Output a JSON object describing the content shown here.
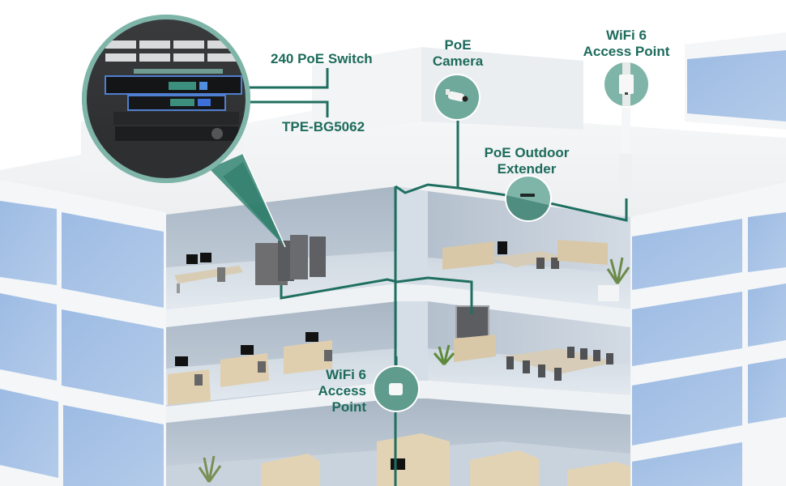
{
  "diagram": {
    "title": "Office building PoE network diagram",
    "accent_color": "#1d6b5c",
    "line_color": "#1f6f60",
    "bubble_color": "#7fb5a8",
    "window_color": "#a8c4e6",
    "labels": {
      "poe_switch": "240 PoE Switch",
      "model": "TPE-BG5062",
      "camera_line1": "PoE",
      "camera_line2": "Camera",
      "outdoor_ap_line1": "WiFi 6",
      "outdoor_ap_line2": "Access Point",
      "extender_line1": "PoE Outdoor",
      "extender_line2": "Extender",
      "indoor_ap_line1": "WiFi 6",
      "indoor_ap_line2": "Access",
      "indoor_ap_line3": "Point"
    },
    "devices": [
      {
        "name": "rack-switches",
        "icon": "network-rack-icon"
      },
      {
        "name": "poe-camera",
        "icon": "camera-icon"
      },
      {
        "name": "outdoor-access-point",
        "icon": "outdoor-ap-icon"
      },
      {
        "name": "poe-outdoor-extender",
        "icon": "extender-icon"
      },
      {
        "name": "indoor-access-point",
        "icon": "ceiling-ap-icon"
      }
    ],
    "floors": [
      {
        "name": "top-floor",
        "rooms": [
          "server-room",
          "executive-office"
        ]
      },
      {
        "name": "middle-floor",
        "rooms": [
          "desk-area",
          "conference-room"
        ]
      },
      {
        "name": "bottom-floor",
        "rooms": [
          "cubicle-area"
        ]
      }
    ]
  }
}
